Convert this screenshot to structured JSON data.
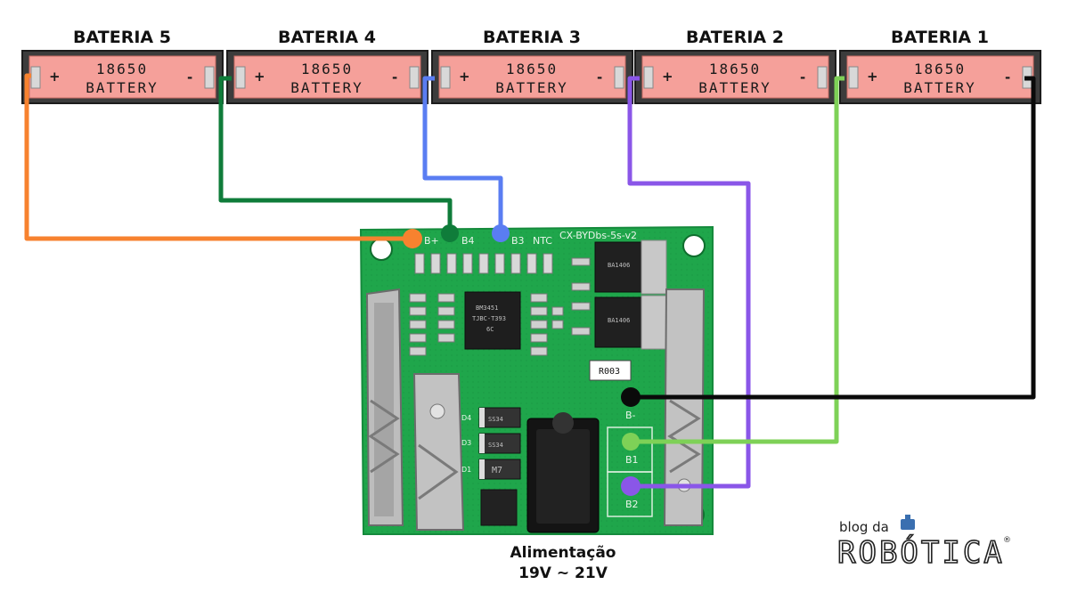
{
  "batteries": [
    {
      "label": "BATERIA 5",
      "top": "18650",
      "bottom": "BATTERY",
      "plus": "+",
      "minus": "-"
    },
    {
      "label": "BATERIA 4",
      "top": "18650",
      "bottom": "BATTERY",
      "plus": "+",
      "minus": "-"
    },
    {
      "label": "BATERIA 3",
      "top": "18650",
      "bottom": "BATTERY",
      "plus": "+",
      "minus": "-"
    },
    {
      "label": "BATERIA 2",
      "top": "18650",
      "bottom": "BATTERY",
      "plus": "+",
      "minus": "-"
    },
    {
      "label": "BATERIA 1",
      "top": "18650",
      "bottom": "BATTERY",
      "plus": "+",
      "minus": "-"
    }
  ],
  "board": {
    "title": "CX-BYDbs-5s-v2",
    "pads": {
      "bplus": "B+",
      "b4": "B4",
      "b3": "B3",
      "ntc": "NTC",
      "bminus": "B-",
      "b1": "B1",
      "b2": "B2"
    },
    "chip_main": "BM3451",
    "chip_sub": "TJBC-T393",
    "chip_code": "6C",
    "mosfet1": "BA1406",
    "mosfet2": "BA1406",
    "resistor": "R003",
    "diodes": [
      "SS34",
      "SS34",
      "M7"
    ],
    "diode_refs": [
      "D4",
      "D3",
      "D1"
    ]
  },
  "wire_colors": {
    "bateria5": "#f7822f",
    "bateria4": "#0f7c3a",
    "bateria3": "#5a7df2",
    "bateria2": "#8a56e8",
    "bateria1": "#7ed157",
    "negative": "#0a0a0a"
  },
  "power": {
    "line1": "Alimentação",
    "line2": "19V ~ 21V"
  },
  "logo": {
    "small": "blog da",
    "big": "ROBÓTICA",
    "mark": "®"
  }
}
